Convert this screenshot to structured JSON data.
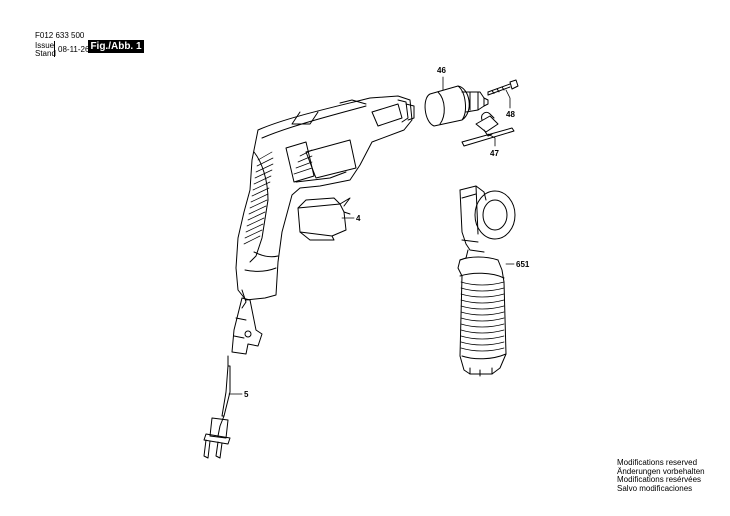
{
  "header": {
    "doc_number": "F012 633 500",
    "issue_label": "Issue",
    "stand_label": "Stand",
    "issue_date": "08-11-26",
    "figure_label": "Fig./Abb. 1"
  },
  "callouts": {
    "chuck": "46",
    "chuck_screw": "48",
    "chuck_key": "47",
    "switch": "4",
    "auxiliary_handle": "651",
    "power_cord": "5"
  },
  "notes": [
    "Modifications reserved",
    "Änderungen vorbehalten",
    "Modifications resérvées",
    "Salvo modificaciones"
  ]
}
